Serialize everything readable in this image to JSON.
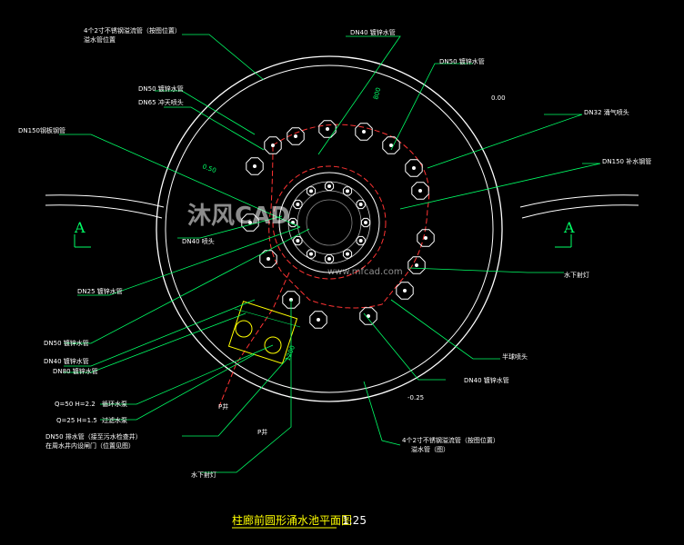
{
  "drawing": {
    "title": "柱廊前圆形涌水池平面图",
    "scale": "1:25"
  },
  "section_marks": {
    "left": "A",
    "right": "A"
  },
  "watermark": {
    "brand": "沐风CAD",
    "url": "www.mfcad.com"
  },
  "labels": {
    "top_note_1": "4个2寸不锈钢溢流管（按图位置）",
    "top_note_2": "溢水管位置",
    "dn40_top": "DN40 镀锌水管",
    "dn50_top": "DN50 镀锌水管",
    "dn65_spray": "DN65 冲天喷头",
    "dn32_air": "DN32 涌气喷头",
    "dn50_left": "DN50 镀锌水管",
    "dn40_nozzle": "DN40 喷头",
    "dn150": "DN150钢板钢管",
    "dn150_right": "DN150 补水钢管",
    "dn25_pipe": "DN25 镀锌水管",
    "dn50_pipe": "DN50 镀锌水管",
    "dn40_pipe": "DN40 镀锌水管",
    "dn80_pipe": "DN80 镀锌水管",
    "dn40_pipe2": "DN40 镀锌水管",
    "underwater_light": "水下射灯",
    "underwater_light_bottom": "水下射灯",
    "circulation_pump": "循环水泵",
    "filter_pump": "过滤水泵",
    "dn50_drain": "DN50 排水管（接至污水检查井）",
    "note_drain": "在周水井内设闸门（位置见图）",
    "spray_note": "半球喷头",
    "right_note_1": "4个2寸不锈钢溢流管（按图位置）",
    "right_note_2": "溢水管（图）",
    "pump_label": "P井",
    "pump_label_2": "P井",
    "elev_1": "0.00",
    "elev_2": "-0.25",
    "elev_3": "0.50",
    "pump_spec_1": "Q=50 H=2.2",
    "pump_spec_2": "Q=25 H=1.5",
    "dim_1": "1200",
    "dim_2": "800"
  }
}
